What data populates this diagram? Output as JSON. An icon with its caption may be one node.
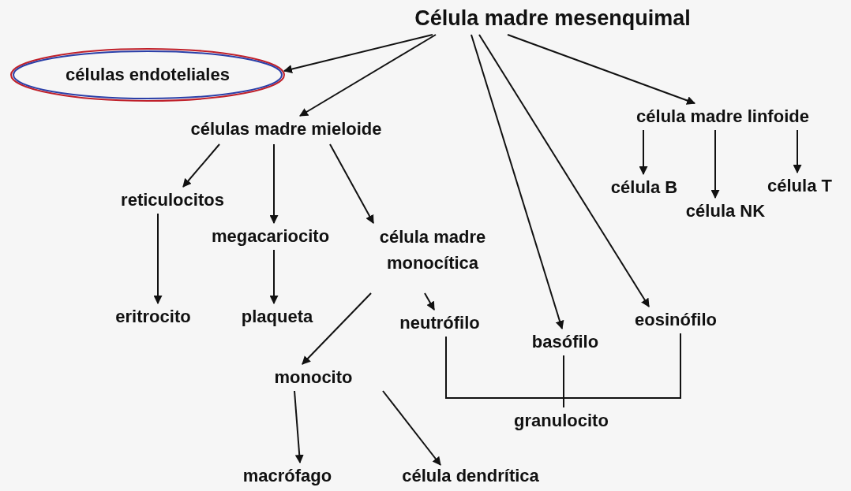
{
  "diagram": {
    "nodes": [
      {
        "text": [
          "Célula madre mesenquimal"
        ]
      },
      {
        "text": [
          "células endoteliales"
        ]
      },
      {
        "text": [
          "células madre mieloide"
        ]
      },
      {
        "text": [
          "célula madre linfoide"
        ]
      },
      {
        "text": [
          "reticulocitos"
        ]
      },
      {
        "text": [
          "megacariocito"
        ]
      },
      {
        "text": [
          "célula madre monocítica"
        ]
      },
      {
        "text": [
          "célula B"
        ]
      },
      {
        "text": [
          "célula NK"
        ]
      },
      {
        "text": [
          "célula T"
        ]
      },
      {
        "text": [
          "eritrocito"
        ]
      },
      {
        "text": [
          "plaqueta"
        ]
      },
      {
        "text": [
          "neutrófilo"
        ]
      },
      {
        "text": [
          "basófilo"
        ]
      },
      {
        "text": [
          "eosinófilo"
        ]
      },
      {
        "text": [
          "monocito"
        ]
      },
      {
        "text": [
          "granulocito"
        ]
      },
      {
        "text": [
          "macrófago"
        ]
      },
      {
        "text": [
          "célula dendrítica"
        ]
      }
    ],
    "edges": [
      {
        "from": 0,
        "to": 1,
        "arrow": "to"
      },
      {
        "from": 0,
        "to": 2,
        "arrow": "to"
      },
      {
        "from": 0,
        "to": 13,
        "arrow": "to"
      },
      {
        "from": 0,
        "to": 14,
        "arrow": "to"
      },
      {
        "from": 0,
        "to": 3,
        "arrow": "to"
      },
      {
        "from": 2,
        "to": 4,
        "arrow": "to"
      },
      {
        "from": 2,
        "to": 5,
        "arrow": "to"
      },
      {
        "from": 2,
        "to": 6,
        "arrow": "to"
      },
      {
        "from": 3,
        "to": 7,
        "arrow": "to"
      },
      {
        "from": 3,
        "to": 8,
        "arrow": "to"
      },
      {
        "from": 3,
        "to": 9,
        "arrow": "to"
      },
      {
        "from": 4,
        "to": 10,
        "arrow": "to"
      },
      {
        "from": 5,
        "to": 11,
        "arrow": "to"
      },
      {
        "from": 6,
        "to": 12,
        "arrow": "to"
      },
      {
        "from": 6,
        "to": 15,
        "arrow": "to"
      },
      {
        "from": 15,
        "to": 17,
        "arrow": "to"
      },
      {
        "from": 15,
        "to": 18,
        "arrow": "to"
      },
      {
        "from": 12,
        "to": 16,
        "arrow": "none"
      },
      {
        "from": 13,
        "to": 16,
        "arrow": "none"
      },
      {
        "from": 14,
        "to": 16,
        "arrow": "none"
      }
    ]
  }
}
